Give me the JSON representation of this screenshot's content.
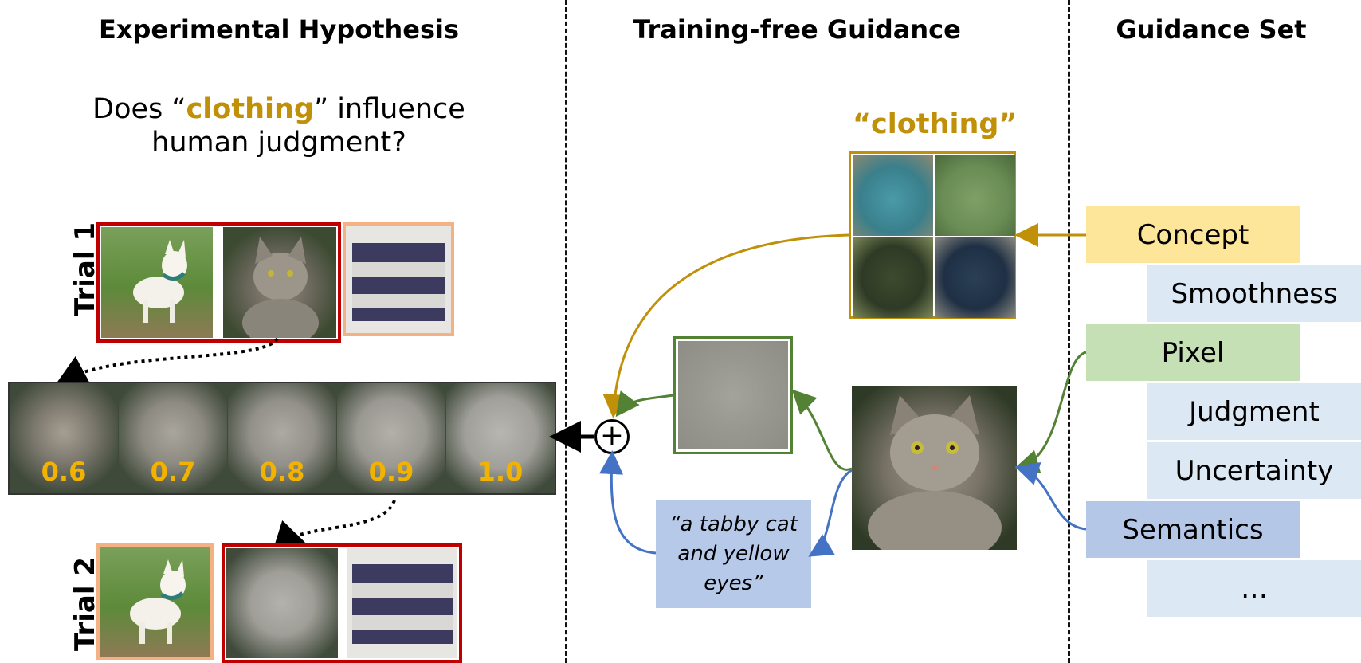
{
  "sections": {
    "left_title": "Experimental Hypothesis",
    "middle_title": "Training-free Guidance",
    "right_title": "Guidance Set"
  },
  "question": {
    "part1": "Does “",
    "highlight": "clothing",
    "part2": "” influence",
    "line2": "human judgment?"
  },
  "trials": {
    "trial1": "Trial 1",
    "trial2": "Trial 2"
  },
  "strip_values": [
    "0.6",
    "0.7",
    "0.8",
    "0.9",
    "1.0"
  ],
  "concept_label": "“clothing”",
  "caption_text": "“a tabby cat and yellow eyes”",
  "guidance_set": [
    {
      "label": "Concept",
      "color": "#fde69a"
    },
    {
      "label": "Smoothness",
      "color": "#dce8f4"
    },
    {
      "label": "Pixel",
      "color": "#c5e0b4"
    },
    {
      "label": "Judgment",
      "color": "#dce8f4"
    },
    {
      "label": "Uncertainty",
      "color": "#dce8f4"
    },
    {
      "label": "Semantics",
      "color": "#b4c7e7"
    },
    {
      "label": "…",
      "color": "#dce8f4"
    }
  ],
  "plus_symbol": "+",
  "colors": {
    "gold": "#c09008",
    "trial_red": "#c00000",
    "trial_peach": "#f4b183",
    "pixel_green": "#548235",
    "semantic_blue": "#4472c4"
  }
}
